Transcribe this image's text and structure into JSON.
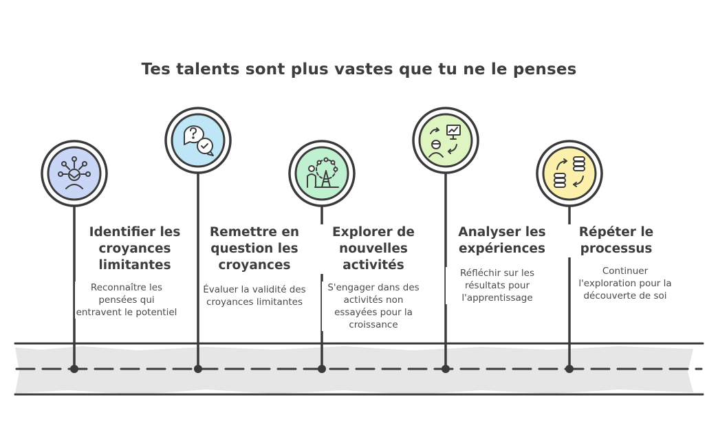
{
  "title": "Tes talents sont plus vastes que tu ne le penses",
  "colors": {
    "ink": "#3a3a3a",
    "road": "#e6e6e6",
    "step1": "#c9d6f5",
    "step2": "#bfe6f7",
    "step3": "#bff0cf",
    "step4": "#def5c2",
    "step5": "#fbf1ad"
  },
  "steps": [
    {
      "title": "Identifier les croyances limitantes",
      "description": "Reconnaître les pensées qui entravent le potentiel",
      "icon": "mind-network-icon"
    },
    {
      "title": "Remettre en question les croyances",
      "description": "Évaluer la validité des croyances limitantes",
      "icon": "question-chat-icon"
    },
    {
      "title": "Explorer de nouvelles activités",
      "description": "S'engager dans des activités non essayées pour la croissance",
      "icon": "ferris-wheel-icon"
    },
    {
      "title": "Analyser les expériences",
      "description": "Réfléchir sur les résultats pour l'apprentissage",
      "icon": "presentation-analysis-icon"
    },
    {
      "title": "Répéter le processus",
      "description": "Continuer l'exploration pour la découverte de soi",
      "icon": "database-cycle-icon"
    }
  ]
}
